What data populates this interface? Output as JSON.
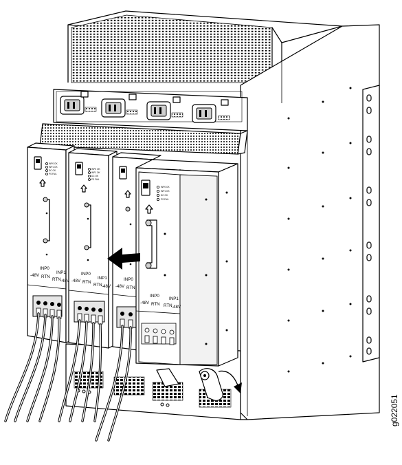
{
  "figure_id": "g022051",
  "psu_labels": {
    "inp0": "INP0",
    "inp1": "INP1",
    "neg48v": "-48V",
    "rtn": "RTN",
    "status_1": "INP0 OK",
    "status_2": "INP1 OK",
    "status_3": "DC OK",
    "status_4": "PS FAIL"
  },
  "power_supplies": [
    {
      "slot": 0,
      "state": "installed"
    },
    {
      "slot": 1,
      "state": "installed"
    },
    {
      "slot": 2,
      "state": "installed"
    },
    {
      "slot": 3,
      "state": "being removed"
    }
  ],
  "annotations": {
    "pull_arrow": "left",
    "ejector_rotation": "clockwise"
  },
  "colors": {
    "line": "#000000",
    "fill": "#ffffff",
    "shade": "#d0d0d0"
  }
}
